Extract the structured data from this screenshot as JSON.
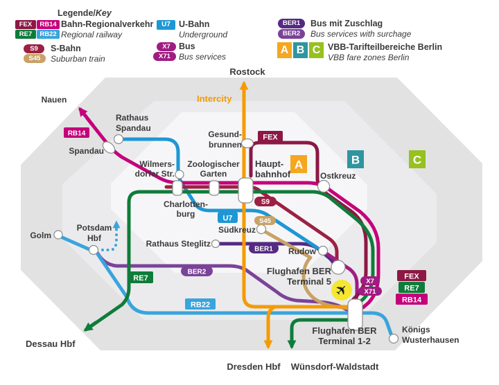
{
  "legend": {
    "title_main": "Legende/",
    "title_italic": "Key",
    "items": [
      {
        "badges": [
          "FEX",
          "RB14",
          "RE7",
          "RB22"
        ],
        "label": "Bahn-Regionalverkehr",
        "sublabel": "Regional railway"
      },
      {
        "badges": [
          "S9",
          "S45"
        ],
        "label": "S-Bahn",
        "sublabel": "Suburban train"
      },
      {
        "badges": [
          "U7"
        ],
        "label": "U-Bahn",
        "sublabel": "Underground"
      },
      {
        "badges": [
          "X7",
          "X71"
        ],
        "label": "Bus",
        "sublabel": "Bus services"
      },
      {
        "badges": [
          "BER1",
          "BER2"
        ],
        "label": "Bus mit Zuschlag",
        "sublabel": "Bus services with surchage"
      },
      {
        "badges": [
          "A",
          "B",
          "C"
        ],
        "label": "VBB-Tarifteilbereiche Berlin",
        "sublabel": "VBB fare zones Berlin"
      }
    ]
  },
  "map": {
    "intercity_label": "Intercity",
    "zones": {
      "a": "A",
      "b": "B",
      "c": "C"
    },
    "badges": {
      "rb14": "RB14",
      "fex": "FEX",
      "s9": "S9",
      "s45": "S45",
      "u7": "U7",
      "ber1": "BER1",
      "ber2": "BER2",
      "re7": "RE7",
      "rb22": "RB22",
      "x7": "X7",
      "x71": "X71",
      "fex_airport": "FEX",
      "re7_airport": "RE7",
      "rb14_airport": "RB14"
    },
    "stations": {
      "nauen": "Nauen",
      "rathaus_spandau": [
        "Rathaus",
        "Spandau"
      ],
      "spandau": "Spandau",
      "rostock": "Rostock",
      "gesundbrunnen": [
        "Gesund-",
        "brunnen"
      ],
      "wilmersdorfer": [
        "Wilmers-",
        "dorfer Str."
      ],
      "zoologischer": [
        "Zoologischer",
        "Garten"
      ],
      "hauptbahnhof": [
        "Haupt-",
        "bahnhof"
      ],
      "ostkreuz": "Ostkreuz",
      "charlottenburg": [
        "Charlotten-",
        "burg"
      ],
      "suedkreuz": "Südkreuz",
      "rathaus_steglitz": "Rathaus Steglitz",
      "golm": "Golm",
      "potsdam_hbf": [
        "Potsdam",
        "Hbf"
      ],
      "rudow": "Rudow",
      "flughafen_t5": [
        "Flughafen BER",
        "Terminal 5"
      ],
      "flughafen_t12": [
        "Flughafen BER",
        "Terminal 1-2"
      ],
      "koenigs_wusterhausen": [
        "Königs",
        "Wusterhausen"
      ],
      "dessau": "Dessau Hbf",
      "dresden": "Dresden Hbf",
      "wuensdorf": "Wünsdorf-Waldstadt"
    }
  },
  "colors": {
    "fex": "#8c1843",
    "rb14": "#c4007a",
    "re7": "#0f7c3a",
    "rb22": "#3aa4dc",
    "s9": "#9b2143",
    "s45": "#c8a266",
    "u7": "#1e97d4",
    "x7": "#a01c82",
    "ber1": "#542a82",
    "ber2": "#7b4398",
    "intercity": "#f59b00",
    "zone_a_badge": "#f4a71f",
    "zone_b_badge": "#2f95a0",
    "zone_c_badge": "#96c11f",
    "zone_a_fill": "#f6f6f8",
    "zone_b_fill": "#ebebed",
    "zone_c_fill": "#e2e2e3",
    "label_text": "#3a3a3a",
    "airplane_circle": "#f5e731"
  }
}
